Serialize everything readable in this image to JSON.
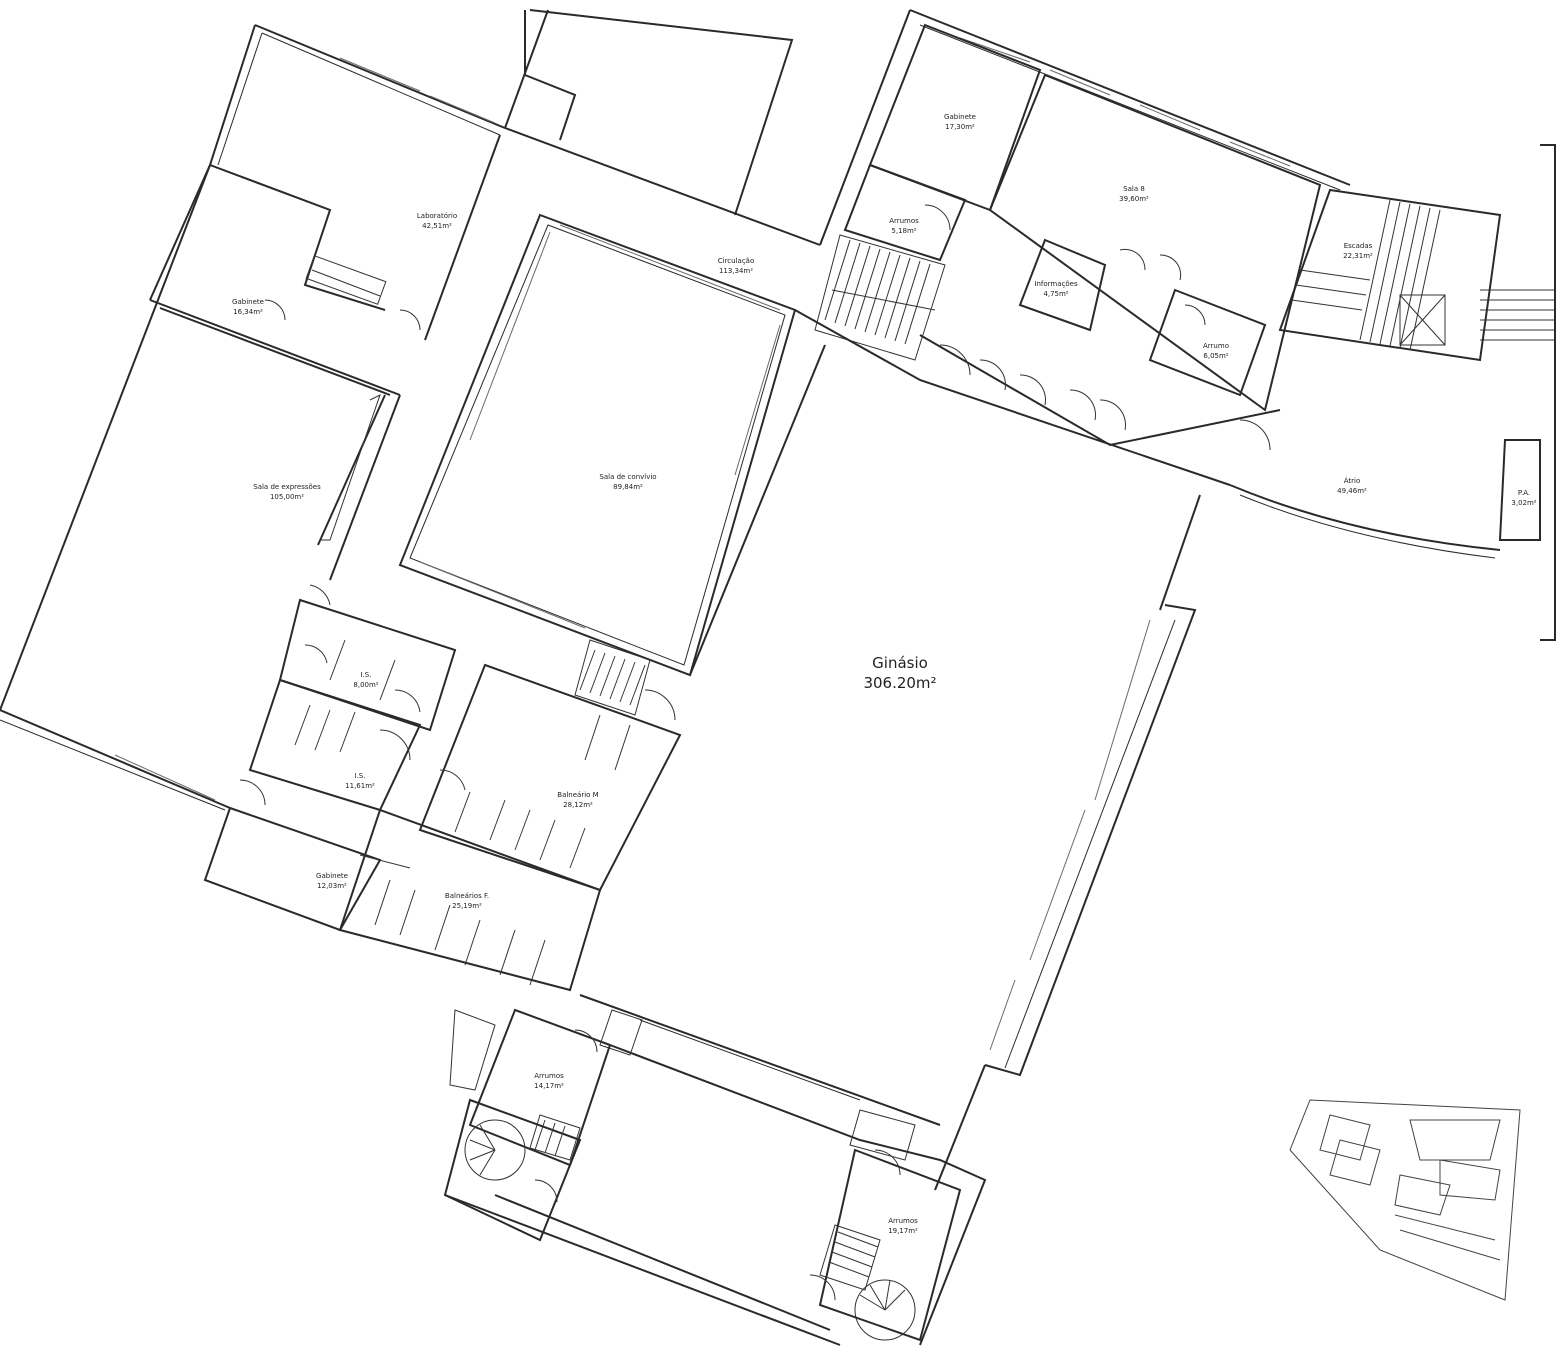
{
  "plan": {
    "rooms": [
      {
        "name": "Laboratório",
        "area": "42,51m²"
      },
      {
        "name": "Gabinete",
        "area": "16,34m²"
      },
      {
        "name": "Sala de expressões",
        "area": "105,00m²"
      },
      {
        "name": "Sala de convívio",
        "area": "89,84m²"
      },
      {
        "name": "Circulação",
        "area": "113,34m²"
      },
      {
        "name": "Gabinete",
        "area": "17,30m²"
      },
      {
        "name": "Arrumos",
        "area": "5,18m²"
      },
      {
        "name": "Sala 8",
        "area": "39,60m²"
      },
      {
        "name": "Informações",
        "area": "4,75m²"
      },
      {
        "name": "Arrumo",
        "area": "6,05m²"
      },
      {
        "name": "Escadas",
        "area": "22,31m²"
      },
      {
        "name": "Átrio",
        "area": "49,46m²"
      },
      {
        "name": "P.A.",
        "area": "3,02m²"
      },
      {
        "name": "I.S.",
        "area": "8,00m²"
      },
      {
        "name": "I.S.",
        "area": "11,61m²"
      },
      {
        "name": "Balneário M",
        "area": "28,12m²"
      },
      {
        "name": "Gabinete",
        "area": "12,03m²"
      },
      {
        "name": "Balneários F.",
        "area": "25,19m²"
      },
      {
        "name": "Arrumos",
        "area": "14,17m²"
      },
      {
        "name": "Arrumos",
        "area": "19,17m²"
      }
    ],
    "main_room": {
      "name": "Ginásio",
      "area": "306.20m²"
    }
  }
}
